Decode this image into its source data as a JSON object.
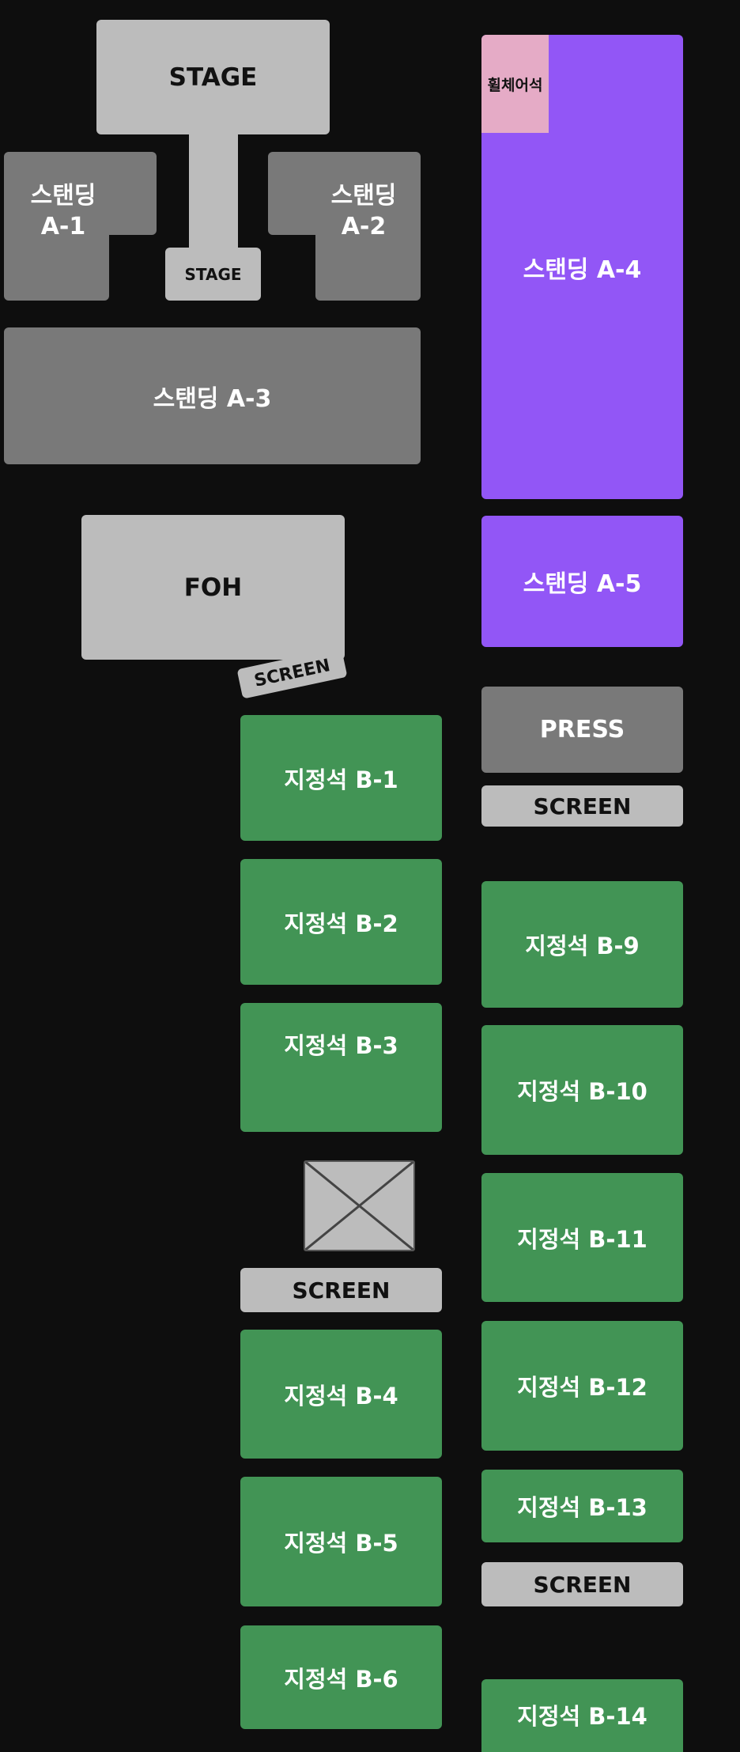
{
  "stage": {
    "main": "STAGE",
    "small": "STAGE"
  },
  "standing": {
    "a1_line1": "스탠딩",
    "a1_line2": "A-1",
    "a2_line1": "스탠딩",
    "a2_line2": "A-2",
    "a3": "스탠딩 A-3",
    "a4": "스탠딩 A-4",
    "a5": "스탠딩 A-5"
  },
  "wheelchair": "휠체어석",
  "foh": "FOH",
  "press": "PRESS",
  "screens": [
    "SCREEN",
    "SCREEN",
    "SCREEN",
    "SCREEN"
  ],
  "reserved_left": [
    "지정석 B-1",
    "지정석 B-2",
    "지정석 B-3",
    "지정석 B-4",
    "지정석 B-5",
    "지정석 B-6"
  ],
  "reserved_right": [
    "지정석 B-9",
    "지정석 B-10",
    "지정석 B-11",
    "지정석 B-12",
    "지정석 B-13",
    "지정석 B-14"
  ],
  "colors": {
    "background": "#0e0e0e",
    "stage": "#bcbcbc",
    "standing_gray": "#797979",
    "standing_purple": "#9256f6",
    "wheelchair": "#e5abc6",
    "reserved": "#429455"
  }
}
